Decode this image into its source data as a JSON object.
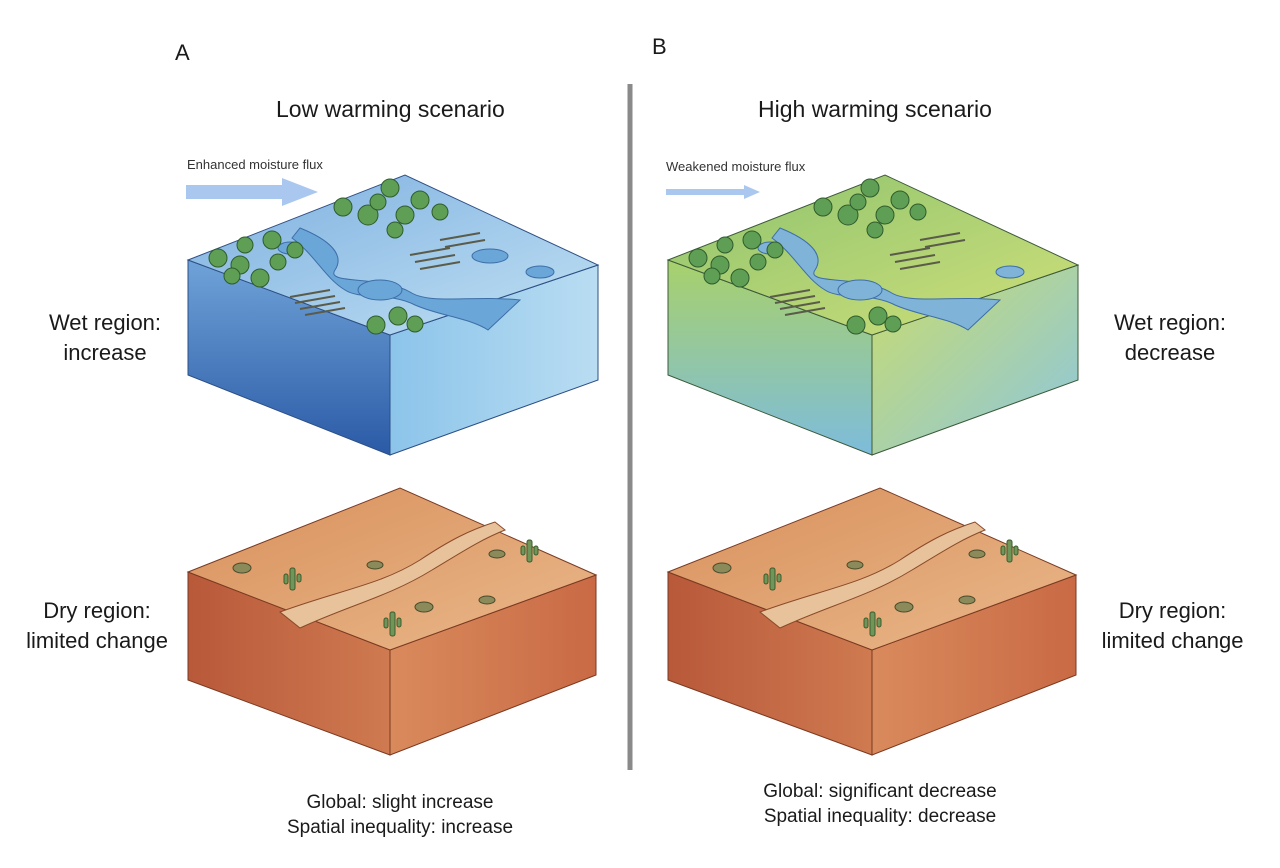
{
  "panels": [
    {
      "letter": "A",
      "title": "Low warming scenario",
      "flux_label": "Enhanced moisture flux",
      "wet_label": [
        "Wet region:",
        "increase"
      ],
      "dry_label": [
        "Dry region:",
        "limited change"
      ],
      "summary": [
        "Global: slight increase",
        "Spatial inequality: increase"
      ]
    },
    {
      "letter": "B",
      "title": "High warming scenario",
      "flux_label": "Weakened moisture flux",
      "wet_label": [
        "Wet region:",
        "decrease"
      ],
      "dry_label": [
        "Dry region:",
        "limited change"
      ],
      "summary": [
        "Global: significant decrease",
        "Spatial inequality: decrease"
      ]
    }
  ],
  "colors": {
    "wet_low_top": "#9cc9e8",
    "wet_low_side": "#3e72b6",
    "wet_high_top": "#b7d36a",
    "wet_high_side": "#7fc0d8",
    "dry_top": "#dd9a6a",
    "dry_side": "#c06a45",
    "water": "#6aa6d8",
    "tree": "#5f9e55",
    "cactus": "#6f9658",
    "arrow": "#a9c7ef",
    "divider": "#8a8a8a"
  }
}
